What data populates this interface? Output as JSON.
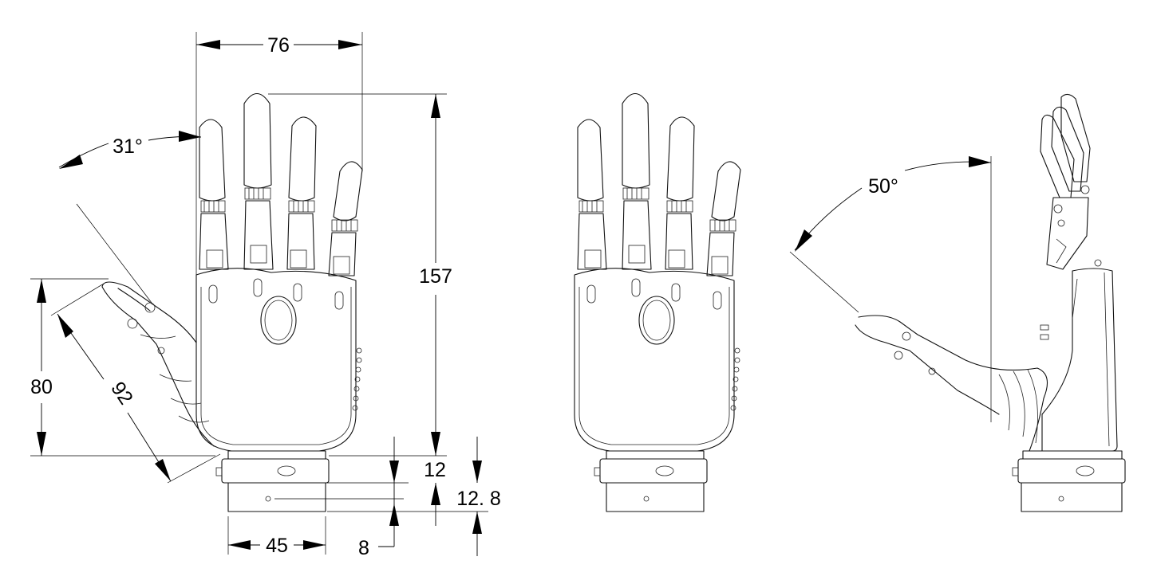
{
  "dimensions": {
    "width_top": "76",
    "height_total": "157",
    "thumb_angle_front": "31°",
    "thumb_height": "80",
    "thumb_length": "92",
    "wrist_height_a": "12",
    "wrist_height_b": "12. 8",
    "wrist_height_c": "8",
    "wrist_width": "45",
    "thumb_angle_side": "50°"
  }
}
